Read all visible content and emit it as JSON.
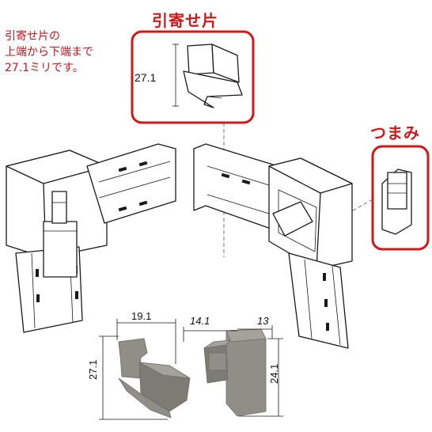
{
  "labels": {
    "pull_piece_title": "引寄せ片",
    "knob_title": "つまみ",
    "note": "引寄せ片の\n上端から下端まで\n27.1ミリです。",
    "inset_dimension": "27.1"
  },
  "dimensions": {
    "pull_width": "19.1",
    "pull_height": "27.1",
    "knob_depth": "14.1",
    "knob_width": "13",
    "knob_height": "24.1"
  },
  "colors": {
    "accent_red": "#d01818",
    "part_gray": "#8f8f87",
    "outline": "#1a1a1a"
  }
}
